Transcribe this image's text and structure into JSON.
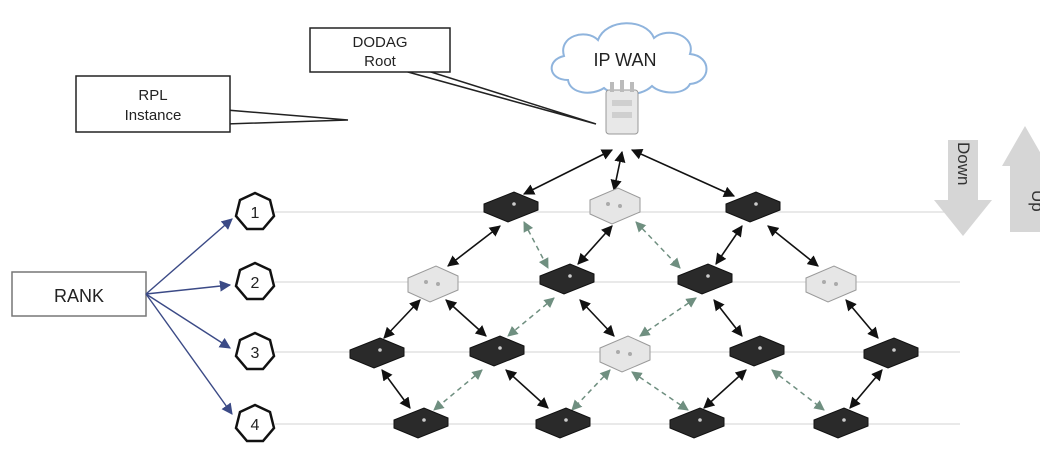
{
  "callouts": {
    "dodag_root": [
      "DODAG",
      "Root"
    ],
    "rpl_instance": [
      "RPL",
      "Instance"
    ]
  },
  "cloud_label": "IP WAN",
  "rank_label": "RANK",
  "rank_levels": [
    "1",
    "2",
    "3",
    "4"
  ],
  "direction": {
    "down": "Down",
    "up": "Up"
  },
  "colors": {
    "dark_node": "#2a2a2a",
    "light_node": "#e6e6e6",
    "cloud_stroke": "#8fb4dd",
    "arrow_up": "#d6d6d6",
    "dashed_link": "#7a9a8a",
    "rank_arrow": "#3b4a86"
  }
}
